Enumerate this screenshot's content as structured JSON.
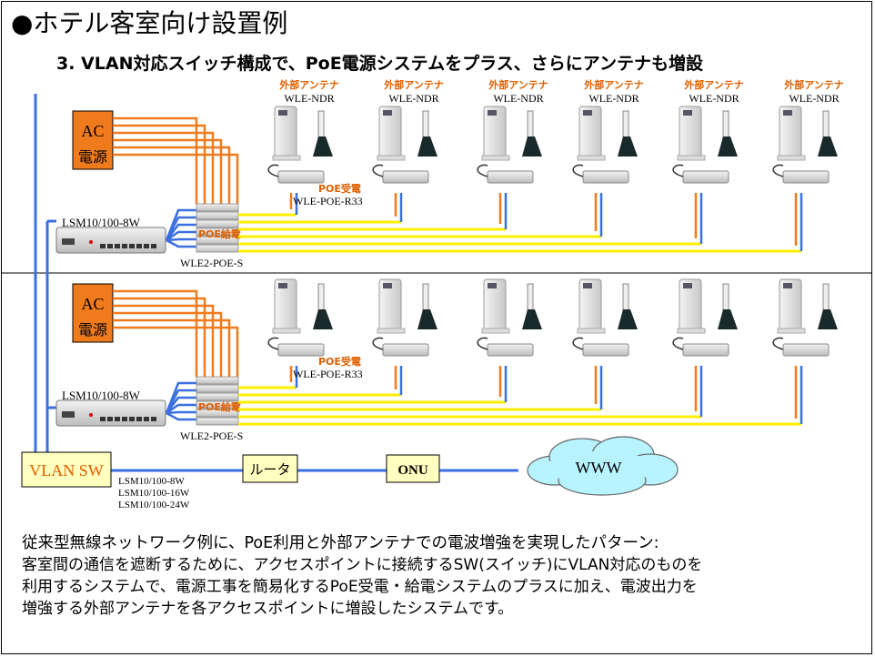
{
  "title": "●ホテル客室向け設置例",
  "subtitle": "3. VLAN対応スイッチ構成で、PoE電源システムをプラス、さらにアンテナも増設",
  "labels": {
    "antenna": "外部アンテナ",
    "ap_model": "WLE-NDR",
    "ac_line1": "AC",
    "ac_line2": "電源",
    "switch_model": "LSM10/100-8W",
    "poe_recv": "POE受電",
    "poe_recv_model": "WLE-POE-R33",
    "poe_supply": "POE給電",
    "poe_supply_model": "WLE2-POE-S",
    "vlan_sw": "VLAN SW",
    "router": "ルータ",
    "onu": "ONU",
    "www": "WWW",
    "sw_models": [
      "LSM10/100-8W",
      "LSM10/100-16W",
      "LSM10/100-24W"
    ]
  },
  "description": {
    "lead": "従来型無線ネットワーク例に、PoE利用と外部アンテナでの電波増強を実現したパターン:",
    "lines": [
      "客室間の通信を遮断するために、アクセスポイントに接続するSW(スイッチ)にVLAN対応のものを",
      "利用するシステムで、電源工事を簡易化するPoE受電・給電システムのプラスに加え、電波出力を",
      "増強する外部アンテナを各アクセスポイントに増設したシステムです。"
    ]
  },
  "colors": {
    "lan_blue": "#3b6fe0",
    "power_orange": "#f07b1c",
    "poe_yellow": "#ffee00",
    "ac_box": "#f07b1c",
    "label_orange": "#e06000",
    "vlan_box": "#ffffc0",
    "cloud": "#b8f4ff"
  }
}
